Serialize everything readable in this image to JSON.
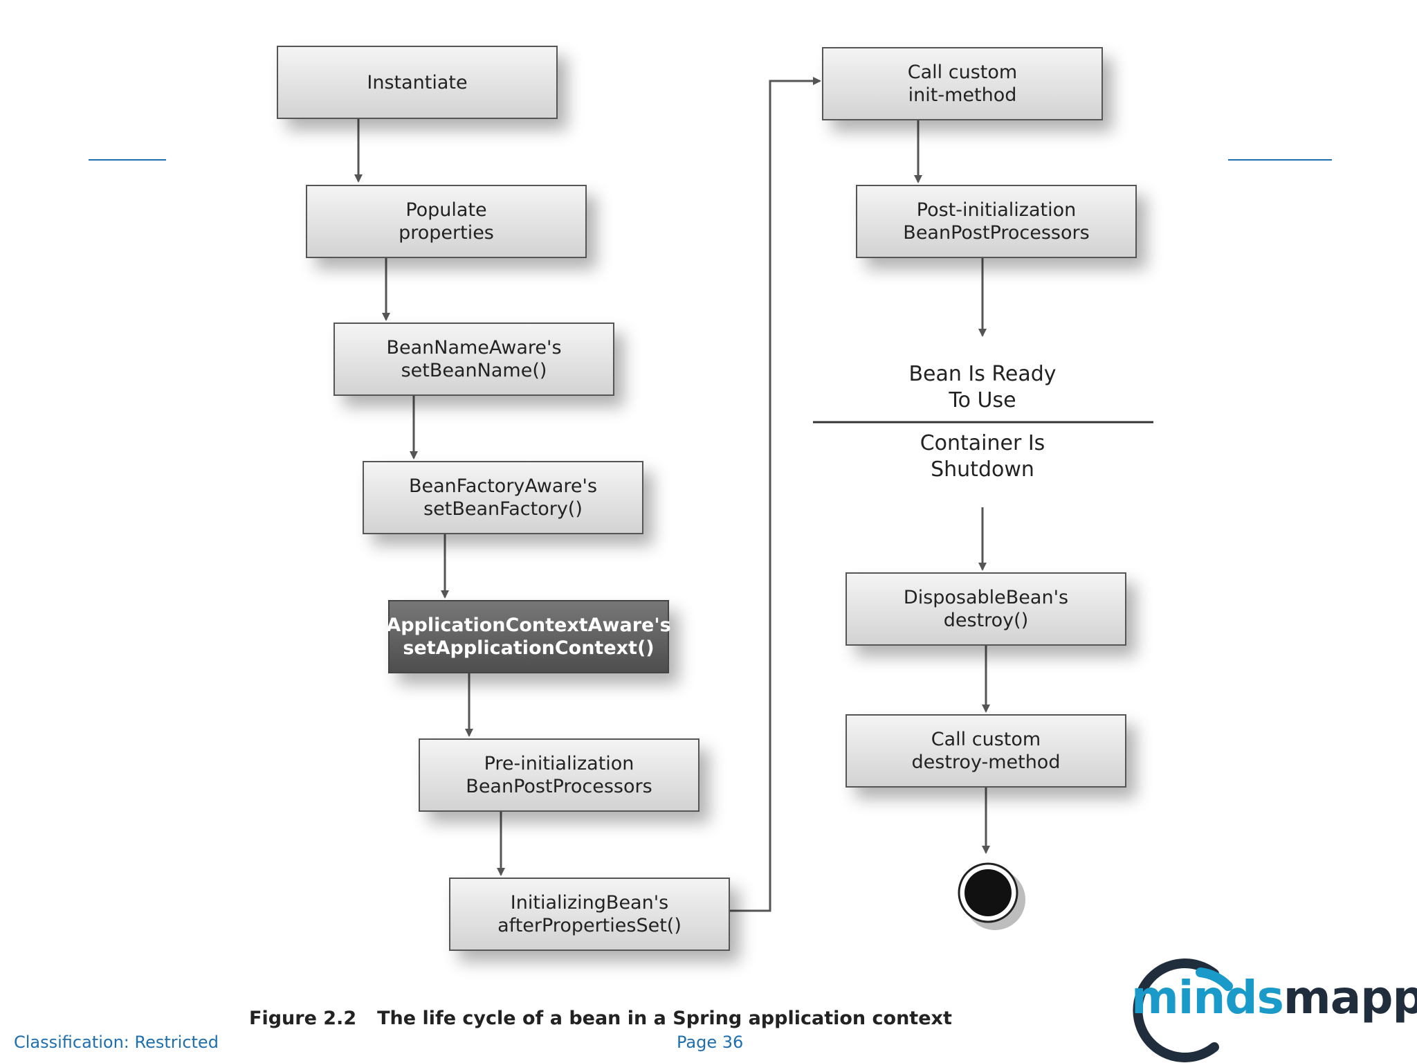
{
  "steps": {
    "instantiate": [
      "Instantiate"
    ],
    "populate": [
      "Populate",
      "properties"
    ],
    "bean_name_aware": [
      "BeanNameAware's",
      "setBeanName()"
    ],
    "bean_factory_aware": [
      "BeanFactoryAware's",
      "setBeanFactory()"
    ],
    "app_context_aware": [
      "ApplicationContextAware's",
      "setApplicationContext()"
    ],
    "pre_init": [
      "Pre-initialization",
      "BeanPostProcessors"
    ],
    "initializing_bean": [
      "InitializingBean's",
      "afterPropertiesSet()"
    ],
    "init_method": [
      "Call custom",
      "init-method"
    ],
    "post_init": [
      "Post-initialization",
      "BeanPostProcessors"
    ],
    "disposable_bean": [
      "DisposableBean's",
      "destroy()"
    ],
    "destroy_method": [
      "Call custom",
      "destroy-method"
    ]
  },
  "states": {
    "ready": [
      "Bean Is Ready",
      "To Use"
    ],
    "shutdown": [
      "Container Is",
      "Shutdown"
    ]
  },
  "caption": {
    "number": "Figure 2.2",
    "text": "The life cycle of a bean in a Spring application context"
  },
  "footer": {
    "classification": "Classification: Restricted",
    "page": "Page 36"
  },
  "logo": {
    "part1": "minds",
    "part2": "mapped",
    "colors": {
      "blue": "#1a9ac9",
      "dark": "#1f2d3d"
    }
  },
  "colors": {
    "accent_rule": "#1f6fae",
    "highlight_box": "#5a5a5a"
  }
}
